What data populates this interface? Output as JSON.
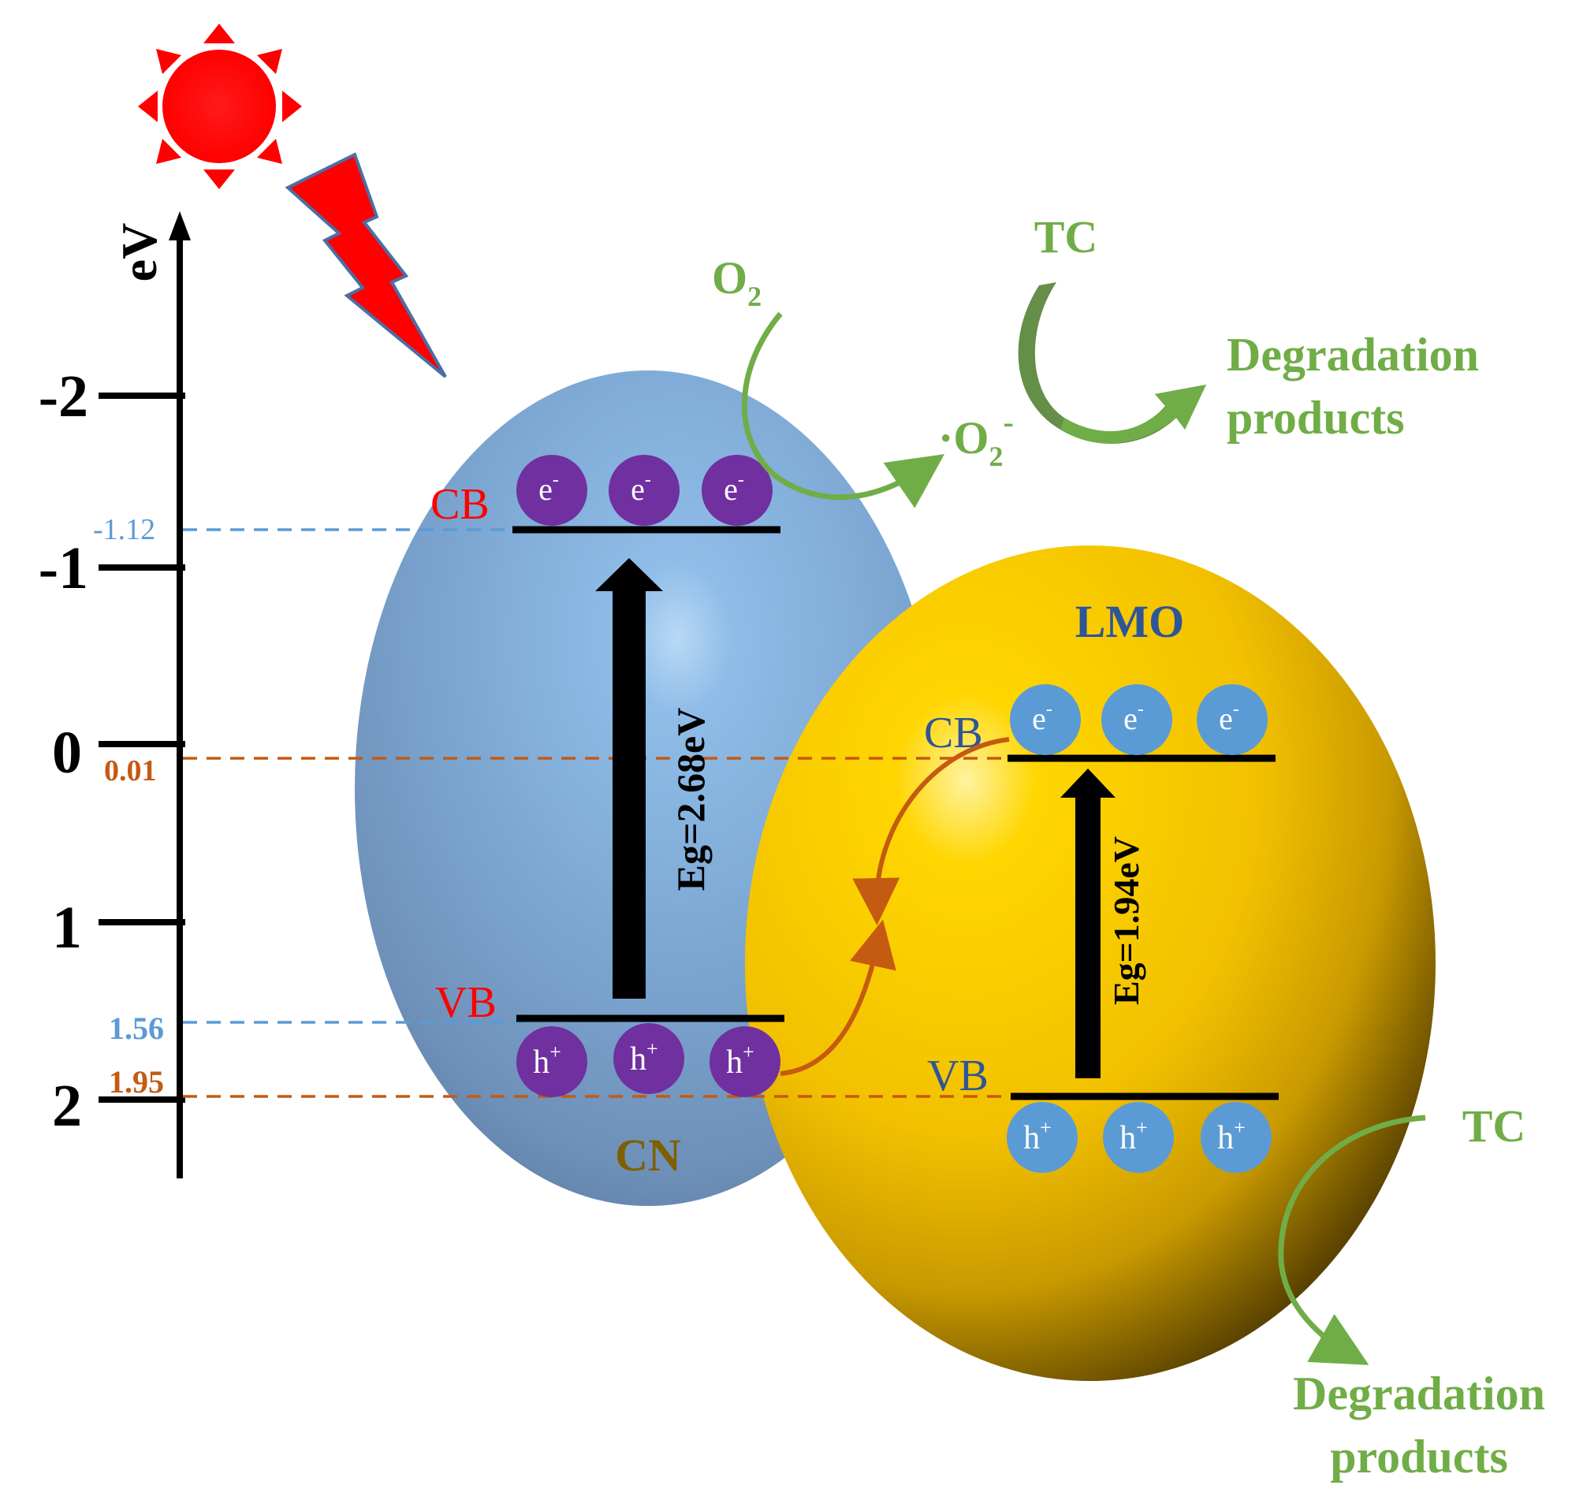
{
  "axis": {
    "unit_label": "eV",
    "ticks": [
      "-2",
      "-1",
      "0",
      "1",
      "2"
    ]
  },
  "levels": {
    "cn_cb": "-1.12",
    "lmo_cb": "0.01",
    "cn_vb": "1.56",
    "lmo_vb": "1.95"
  },
  "cn": {
    "name": "CN",
    "cb_label": "CB",
    "vb_label": "VB",
    "gap_label": "Eg=2.68eV",
    "electrons": [
      "e",
      "e",
      "e"
    ],
    "holes": [
      "h",
      "h",
      "h"
    ]
  },
  "lmo": {
    "name": "LMO",
    "cb_label": "CB",
    "vb_label": "VB",
    "gap_label": "Eg=1.94eV",
    "electrons": [
      "e",
      "e",
      "e"
    ],
    "holes": [
      "h",
      "h",
      "h"
    ]
  },
  "charge_signs": {
    "electron": "-",
    "hole": "+"
  },
  "reactions": {
    "o2_base": "O",
    "o2_sub": "2",
    "superoxide_prefix": "·O",
    "superoxide_sub": "2",
    "superoxide_sup": "-",
    "tc_top": "TC",
    "products_top_line1": "Degradation",
    "products_top_line2": "products",
    "tc_bottom": "TC",
    "products_bottom_line1": "Degradation",
    "products_bottom_line2": "products"
  },
  "colors": {
    "cn_body": "#7fa8d4",
    "lmo_body": "#f0c000",
    "electron_cn": "#7030a0",
    "particle_lmo": "#5b9bd5",
    "cb_vb_label_cn": "#ff0000",
    "lmo_text": "#2e5597",
    "green": "#70ad47",
    "dark_green": "#548235",
    "orange": "#c55a11",
    "blue_label": "#5b9bd5",
    "cn_name": "#7f6000"
  }
}
